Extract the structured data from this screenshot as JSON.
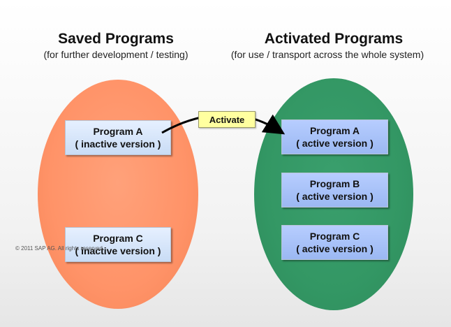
{
  "saved": {
    "title": "Saved Programs",
    "subtitle": "(for further development / testing)",
    "programs": [
      {
        "name": "Program A",
        "version": "( inactive version )"
      },
      {
        "name": "Program C",
        "version": "( inactive version )"
      }
    ]
  },
  "activated": {
    "title": "Activated Programs",
    "subtitle": "(for use / transport across the whole system)",
    "programs": [
      {
        "name": "Program A",
        "version": "( active version )"
      },
      {
        "name": "Program B",
        "version": "( active version )"
      },
      {
        "name": "Program C",
        "version": "( active version )"
      }
    ]
  },
  "action": {
    "label": "Activate"
  },
  "copyright": "© 2011 SAP AG. All rights reserved.",
  "colors": {
    "saved_ellipse": "#ff9368",
    "activated_ellipse": "#339764",
    "inactive_box": "#d6e4f8",
    "active_box": "#a8c2f8",
    "activate_label": "#ffffa0"
  }
}
